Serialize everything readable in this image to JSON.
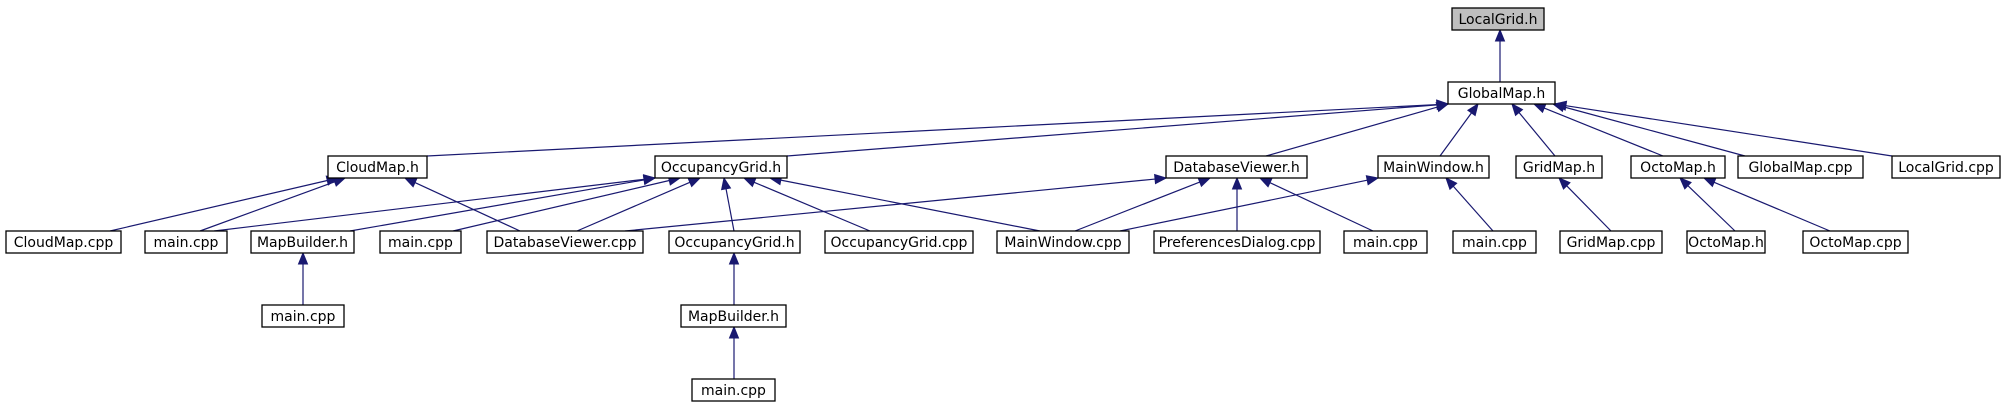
{
  "diagram": {
    "type": "include-dependency-graph",
    "colors": {
      "edge": "#191970",
      "node_border": "#000000",
      "root_fill": "#bfbfbf",
      "node_fill": "#ffffff"
    },
    "nodes": [
      {
        "id": "n0",
        "label": "LocalGrid.h",
        "root": true
      },
      {
        "id": "n1",
        "label": "GlobalMap.h"
      },
      {
        "id": "n2",
        "label": "CloudMap.h"
      },
      {
        "id": "n3",
        "label": "OccupancyGrid.h"
      },
      {
        "id": "n4",
        "label": "DatabaseViewer.h"
      },
      {
        "id": "n5",
        "label": "MainWindow.h"
      },
      {
        "id": "n6",
        "label": "GridMap.h"
      },
      {
        "id": "n7",
        "label": "OctoMap.h"
      },
      {
        "id": "n8",
        "label": "GlobalMap.cpp"
      },
      {
        "id": "n9",
        "label": "LocalGrid.cpp"
      },
      {
        "id": "n10",
        "label": "CloudMap.cpp"
      },
      {
        "id": "n11",
        "label": "main.cpp"
      },
      {
        "id": "n12",
        "label": "MapBuilder.h"
      },
      {
        "id": "n13",
        "label": "main.cpp"
      },
      {
        "id": "n14",
        "label": "DatabaseViewer.cpp"
      },
      {
        "id": "n15",
        "label": "OccupancyGrid.h"
      },
      {
        "id": "n16",
        "label": "OccupancyGrid.cpp"
      },
      {
        "id": "n17",
        "label": "MainWindow.cpp"
      },
      {
        "id": "n18",
        "label": "PreferencesDialog.cpp"
      },
      {
        "id": "n19",
        "label": "main.cpp"
      },
      {
        "id": "n20",
        "label": "main.cpp"
      },
      {
        "id": "n21",
        "label": "GridMap.cpp"
      },
      {
        "id": "n22",
        "label": "OctoMap.h"
      },
      {
        "id": "n23",
        "label": "OctoMap.cpp"
      },
      {
        "id": "n24",
        "label": "main.cpp"
      },
      {
        "id": "n25",
        "label": "MapBuilder.h"
      },
      {
        "id": "n26",
        "label": "main.cpp"
      }
    ],
    "edges": [
      {
        "from": "n1",
        "to": "n0"
      },
      {
        "from": "n2",
        "to": "n1"
      },
      {
        "from": "n3",
        "to": "n1"
      },
      {
        "from": "n4",
        "to": "n1"
      },
      {
        "from": "n5",
        "to": "n1"
      },
      {
        "from": "n6",
        "to": "n1"
      },
      {
        "from": "n7",
        "to": "n1"
      },
      {
        "from": "n8",
        "to": "n1"
      },
      {
        "from": "n9",
        "to": "n1"
      },
      {
        "from": "n10",
        "to": "n2"
      },
      {
        "from": "n11",
        "to": "n2"
      },
      {
        "from": "n14",
        "to": "n2"
      },
      {
        "from": "n11",
        "to": "n3"
      },
      {
        "from": "n12",
        "to": "n3"
      },
      {
        "from": "n13",
        "to": "n3"
      },
      {
        "from": "n14",
        "to": "n3"
      },
      {
        "from": "n15",
        "to": "n3"
      },
      {
        "from": "n16",
        "to": "n3"
      },
      {
        "from": "n17",
        "to": "n3"
      },
      {
        "from": "n14",
        "to": "n4"
      },
      {
        "from": "n17",
        "to": "n4"
      },
      {
        "from": "n18",
        "to": "n4"
      },
      {
        "from": "n19",
        "to": "n4"
      },
      {
        "from": "n17",
        "to": "n5"
      },
      {
        "from": "n20",
        "to": "n5"
      },
      {
        "from": "n21",
        "to": "n6"
      },
      {
        "from": "n22",
        "to": "n7"
      },
      {
        "from": "n23",
        "to": "n7"
      },
      {
        "from": "n24",
        "to": "n12"
      },
      {
        "from": "n25",
        "to": "n15"
      },
      {
        "from": "n26",
        "to": "n25"
      }
    ]
  }
}
